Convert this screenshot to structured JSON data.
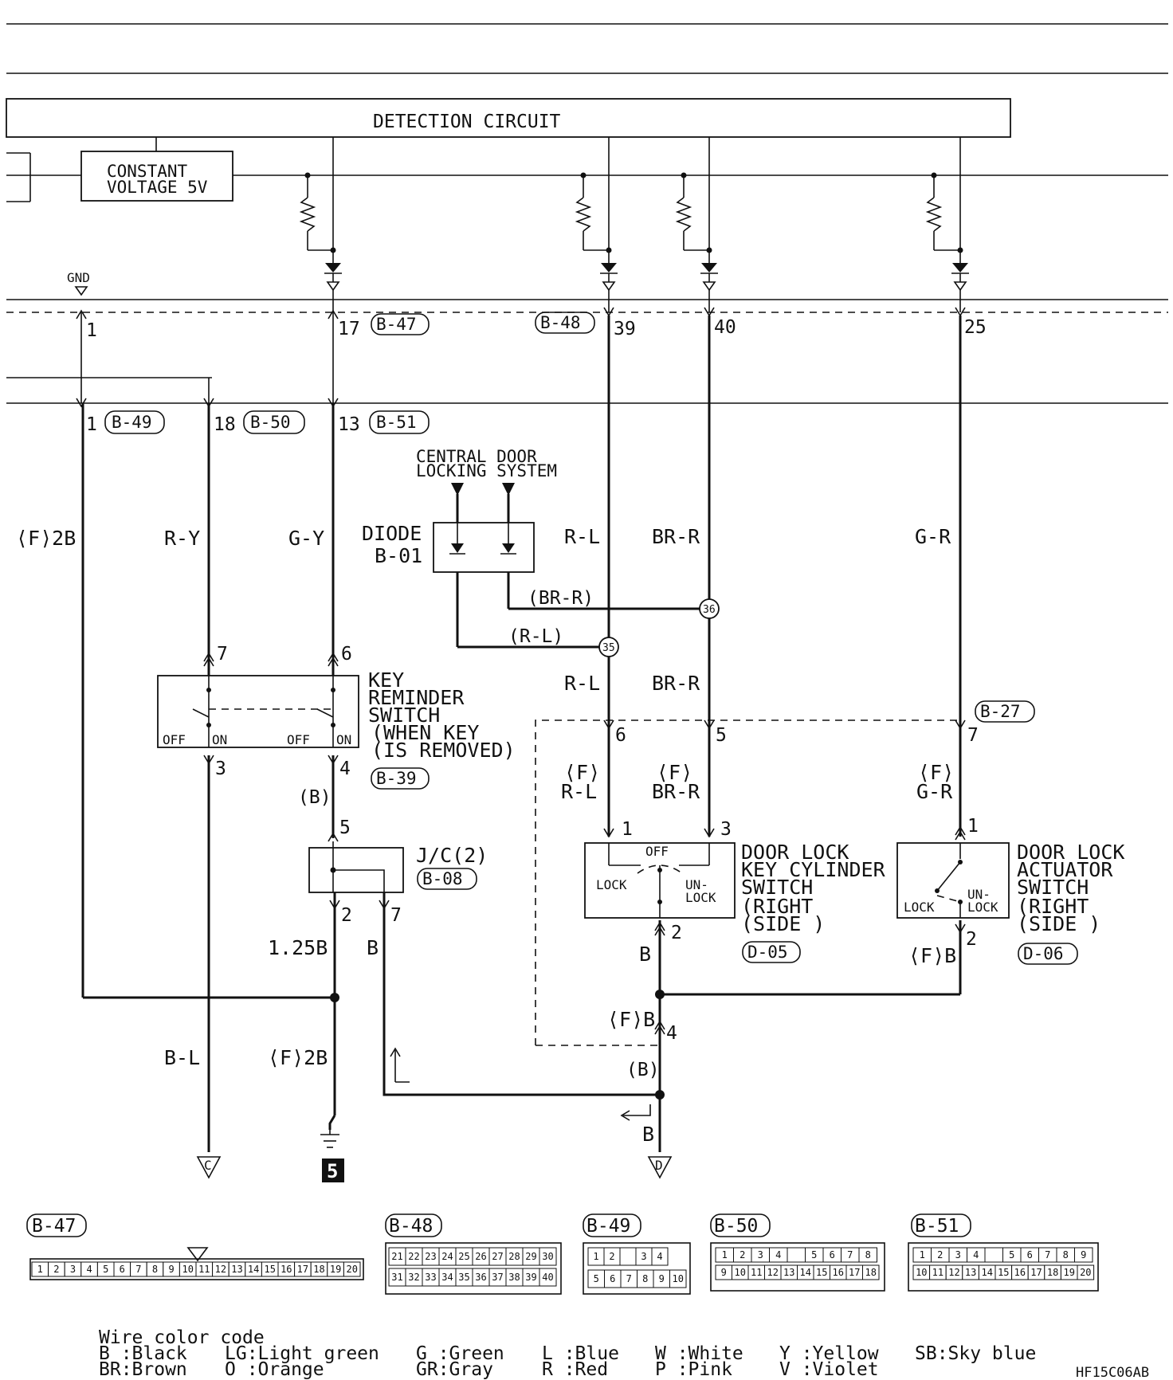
{
  "labels": {
    "detection": "DETECTION CIRCUIT",
    "constant_1": "CONSTANT",
    "constant_2": "VOLTAGE 5V",
    "gnd": "GND",
    "pin_1_top": "1",
    "pin_17": "17",
    "pin_39": "39",
    "pin_40": "40",
    "pin_25": "25",
    "pin_1_b49": "1",
    "pin_18": "18",
    "pin_13": "13",
    "conn_b47": "B-47",
    "conn_b48": "B-48",
    "conn_b49": "B-49",
    "conn_b50": "B-50",
    "conn_b51": "B-51",
    "conn_b39": "B-39",
    "conn_b08": "B-08",
    "conn_b27": "B-27",
    "conn_d05": "D-05",
    "conn_d06": "D-06",
    "central_1": "CENTRAL  DOOR",
    "central_2": "LOCKING  SYSTEM",
    "diode_1": "DIODE",
    "diode_2": "B-01",
    "wire_f2b": "⟨F⟩2B",
    "wire_ry": "R-Y",
    "wire_gy": "G-Y",
    "wire_rl": "R-L",
    "wire_brr": "BR-R",
    "wire_gr": "G-R",
    "wire_brr_paren": "(BR-R)",
    "wire_rl_paren": "(R-L)",
    "splice_36": "36",
    "splice_35": "35",
    "wire_rl2": "R-L",
    "wire_brr2": "BR-R",
    "pin_7": "7",
    "pin_6": "6",
    "key_1": "KEY",
    "key_2": "REMINDER",
    "key_3": "SWITCH",
    "key_4": "(WHEN KEY",
    "key_5": "(IS REMOVED)",
    "off1": "OFF",
    "on1": "ON",
    "off2": "OFF",
    "on2": "ON",
    "pin_3": "3",
    "pin_4": "4",
    "wire_b_paren": "(B)",
    "pin_5": "5",
    "jc_1": "J/C(2)",
    "pin_2jc": "2",
    "pin_7jc": "7",
    "wire_125b": "1.25B",
    "wire_b": "B",
    "pin_6b": "6",
    "pin_5b": "5",
    "pin_7b": "7",
    "f_rl_1": "⟨F⟩",
    "f_rl_2": "R-L",
    "f_brr_1": "⟨F⟩",
    "f_brr_2": "BR-R",
    "f_gr_1": "⟨F⟩",
    "f_gr_2": "G-R",
    "pin_1a": "1",
    "pin_3a": "3",
    "pin_1b": "1",
    "dlk_1": "DOOR LOCK",
    "dlk_2": "KEY CYLINDER",
    "dlk_3": "SWITCH",
    "dlk_4": "(RIGHT",
    "dlk_5": "(SIDE  )",
    "dla_1": "DOOR LOCK",
    "dla_2": "ACTUATOR",
    "dla_3": "SWITCH",
    "dla_4": "(RIGHT",
    "dla_5": "(SIDE  )",
    "sw_off": "OFF",
    "sw_lock": "LOCK",
    "sw_un1": "UN-",
    "sw_un2": "LOCK",
    "act_lock": "LOCK",
    "act_un1": "UN-",
    "act_un2": "LOCK",
    "pin_2a": "2",
    "pin_2b": "2",
    "wire_b2": "B",
    "wire_fb": "⟨F⟩B",
    "wire_fb2": "⟨F⟩B",
    "pin_4b": "4",
    "wire_b_paren2": "(B)",
    "wire_bl": "B-L",
    "wire_f2b2": "⟨F⟩2B",
    "wire_b3": "B",
    "term_c": "C",
    "term_d": "D",
    "ground_num": "5",
    "code_title": "Wire color code",
    "code_b": "B :Black",
    "code_br": "BR:Brown",
    "code_lg": "LG:Light green",
    "code_o": "O :Orange",
    "code_g": "G :Green",
    "code_gr": "GR:Gray",
    "code_l": "L :Blue",
    "code_r": "R :Red",
    "code_w": "W :White",
    "code_p": "P :Pink",
    "code_y": "Y :Yellow",
    "code_v": "V :Violet",
    "code_sb": "SB:Sky blue",
    "figure_id": "HF15C06AB"
  },
  "connectors": {
    "b47_pins": [
      "1",
      "2",
      "3",
      "4",
      "5",
      "6",
      "7",
      "8",
      "9",
      "10",
      "11",
      "12",
      "13",
      "14",
      "15",
      "16",
      "17",
      "18",
      "19",
      "20"
    ],
    "b48_row1": [
      "21",
      "22",
      "23",
      "24",
      "25",
      "26",
      "27",
      "28",
      "29",
      "30"
    ],
    "b48_row2": [
      "31",
      "32",
      "33",
      "34",
      "35",
      "36",
      "37",
      "38",
      "39",
      "40"
    ],
    "b49_row1": [
      "1",
      "2",
      "",
      "3",
      "4"
    ],
    "b49_row2": [
      "5",
      "6",
      "7",
      "8",
      "9",
      "10"
    ],
    "b50_row1": [
      "1",
      "2",
      "3",
      "4",
      "",
      "5",
      "6",
      "7",
      "8"
    ],
    "b50_row2": [
      "9",
      "10",
      "11",
      "12",
      "13",
      "14",
      "15",
      "16",
      "17",
      "18"
    ],
    "b51_row1": [
      "1",
      "2",
      "3",
      "4",
      "",
      "5",
      "6",
      "7",
      "8",
      "9"
    ],
    "b51_row2": [
      "10",
      "11",
      "12",
      "13",
      "14",
      "15",
      "16",
      "17",
      "18",
      "19",
      "20"
    ]
  }
}
